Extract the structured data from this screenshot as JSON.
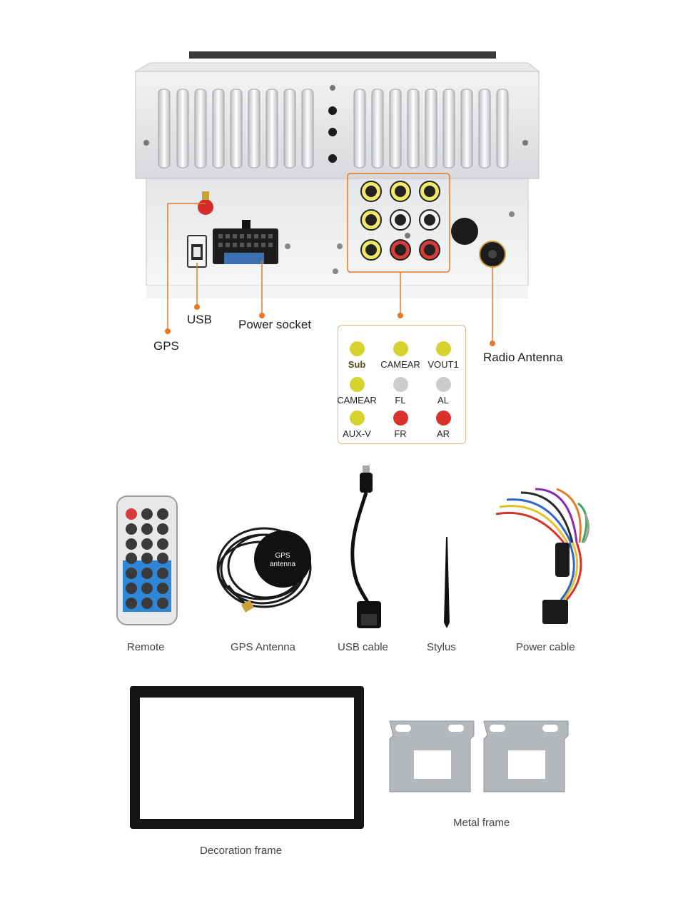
{
  "unit_labels": {
    "usb": "USB",
    "power_socket": "Power socket",
    "gps": "GPS",
    "radio_antenna": "Radio Antenna"
  },
  "legend": [
    {
      "label": "Sub",
      "color": "#d6d22e"
    },
    {
      "label": "CAMEAR",
      "color": "#d6d22e"
    },
    {
      "label": "VOUT1",
      "color": "#d6d22e"
    },
    {
      "label": "CAMEAR",
      "color": "#d6d22e"
    },
    {
      "label": "FL",
      "color": "#cccccc"
    },
    {
      "label": "AL",
      "color": "#cccccc"
    },
    {
      "label": "AUX-V",
      "color": "#d6d22e"
    },
    {
      "label": "FR",
      "color": "#d9312b"
    },
    {
      "label": "AR",
      "color": "#d9312b"
    }
  ],
  "accessories": {
    "remote": "Remote",
    "gps_antenna": "GPS Antenna",
    "gps_antenna_print": "GPS antenna",
    "usb_cable": "USB cable",
    "stylus": "Stylus",
    "power_cable": "Power cable",
    "decoration_frame": "Decoration frame",
    "metal_frame": "Metal frame"
  },
  "colors": {
    "callout": "#e87722",
    "metal": "#d9dcdf",
    "remote_blue": "#2f86d6"
  }
}
